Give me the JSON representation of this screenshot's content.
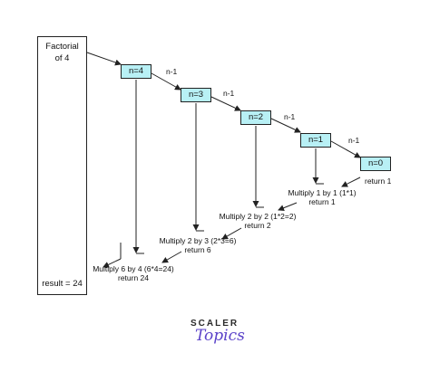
{
  "diagram": {
    "outer": {
      "title": "Factorial\nof 4",
      "result": "result = 24"
    },
    "nodes": [
      "n=4",
      "n=3",
      "n=2",
      "n=1",
      "n=0"
    ],
    "edge_labels": [
      "n-1",
      "n-1",
      "n-1",
      "n-1"
    ],
    "return_steps": [
      {
        "multiply": "Multiply 1 by 1 (1*1)",
        "ret": "return 1"
      },
      {
        "multiply": "Multiply 2 by 2 (1*2=2)",
        "ret": "return 2"
      },
      {
        "multiply": "Multiply 2 by 3 (2*3=6)",
        "ret": "return 6"
      },
      {
        "multiply": "Multiply 6 by 4 (6*4=24)",
        "ret": "return 24"
      }
    ],
    "base_return": "return 1"
  },
  "logo": {
    "line1": "SCALER",
    "line2": "Topics"
  }
}
